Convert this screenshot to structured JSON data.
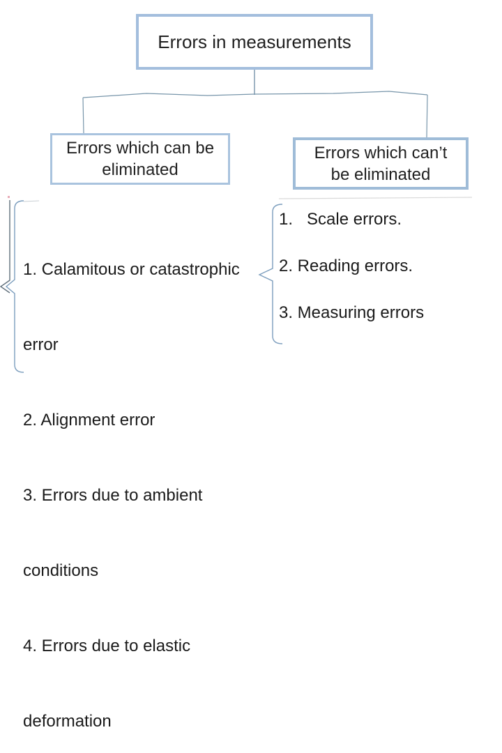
{
  "diagram_title": "Errors in measurements",
  "root_box": {
    "label": "Errors in measurements"
  },
  "left_box": {
    "lines": [
      "Errors which can be",
      "eliminated"
    ]
  },
  "right_box": {
    "lines": [
      "Errors which can’t",
      "be eliminated"
    ]
  },
  "left_list": {
    "lines": [
      "1. Calamitous or catastrophic",
      "error",
      "2. Alignment error",
      "3. Errors due to ambient",
      "conditions",
      "4. Errors due to elastic",
      "deformation"
    ]
  },
  "right_list": {
    "items": [
      "1.   Scale errors.",
      "2. Reading errors.",
      "3. Measuring errors"
    ]
  },
  "colors": {
    "box_border_root": "#a3bedd",
    "box_border_left": "#a9c3de",
    "box_border_right": "#9fbcd8",
    "connector": "#7795aa",
    "brace": "#7b9dbd",
    "brace_dark": "#5f6e7a",
    "faint_line": "#d9d9d9",
    "artifact_pink": "#e8aab6",
    "text": "#1f1f1f",
    "background": "#ffffff"
  }
}
